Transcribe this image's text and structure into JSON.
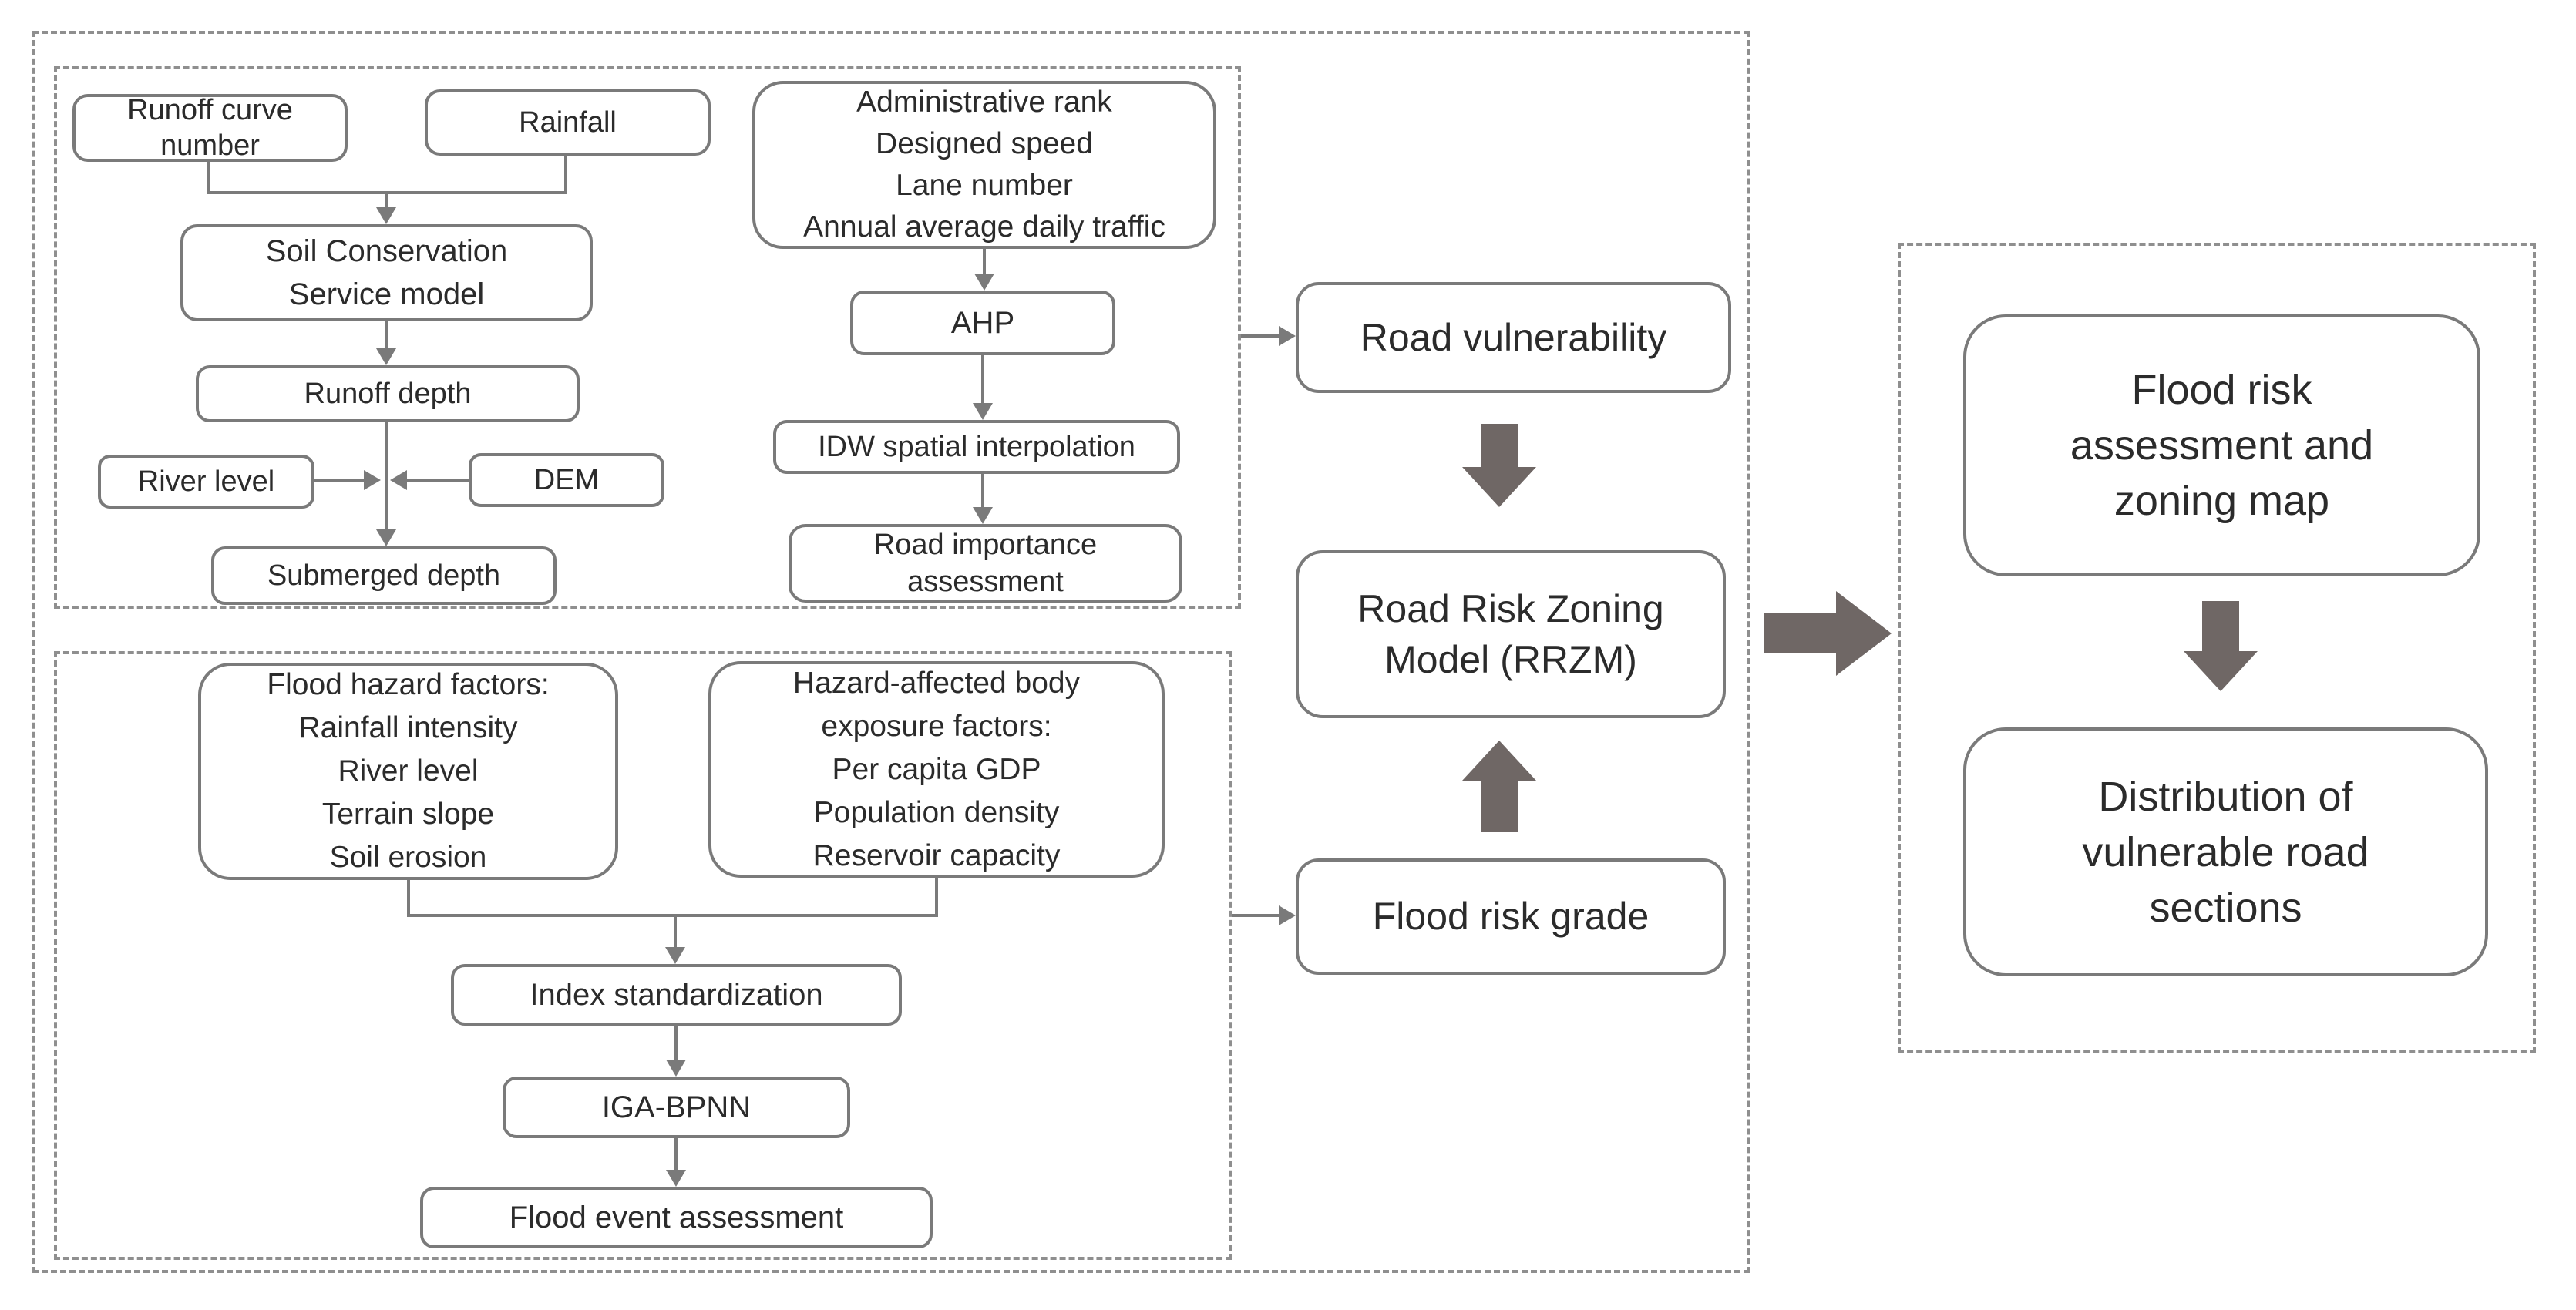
{
  "figure": {
    "type": "flowchart",
    "colors": {
      "background": "#ffffff",
      "box_border": "#7a7a7a",
      "dashed_border": "#8f8f8f",
      "text": "#2b2b2b",
      "thin_arrow": "#7a7a7a",
      "thick_arrow": "#6f6765"
    },
    "nodes": {
      "runoff_curve_number": "Runoff curve\nnumber",
      "rainfall": "Rainfall",
      "soil_conservation_service_model": "Soil Conservation\nService model",
      "runoff_depth": "Runoff depth",
      "river_level": "River level",
      "dem": "DEM",
      "submerged_depth": "Submerged depth",
      "road_importance_inputs": "Administrative rank\nDesigned speed\nLane number\nAnnual average daily traffic",
      "ahp": "AHP",
      "idw": "IDW spatial interpolation",
      "road_importance_assessment": "Road importance\nassessment",
      "flood_hazard_factors": "Flood hazard factors:\nRainfall intensity\nRiver level\nTerrain slope\nSoil erosion",
      "exposure_factors": "Hazard-affected body\nexposure factors:\nPer capita GDP\nPopulation density\nReservoir capacity",
      "index_standardization": "Index standardization",
      "iga_bpnn": "IGA-BPNN",
      "flood_event_assessment": "Flood event assessment",
      "road_vulnerability": "Road vulnerability",
      "rrzm": "Road Risk Zoning\nModel (RRZM)",
      "flood_risk_grade": "Flood risk grade",
      "flood_risk_map": "Flood risk\nassessment and\nzoning map",
      "distribution_vulnerable_roads": "Distribution of\nvulnerable road\nsections"
    }
  }
}
